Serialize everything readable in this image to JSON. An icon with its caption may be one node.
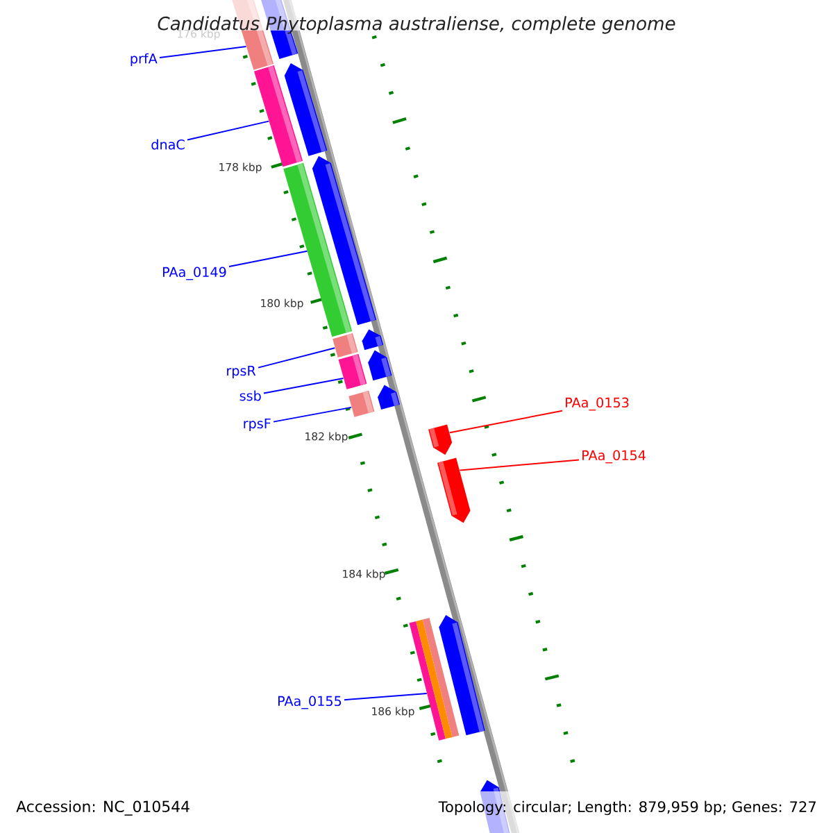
{
  "diagram": {
    "title": "Candidatus Phytoplasma australiense, complete genome",
    "nodes": [
      {
        "text": [
          "prfA"
        ]
      },
      {
        "text": [],
        "shape": "bar"
      },
      {
        "text": [
          "dnaC"
        ]
      },
      {
        "text": [],
        "shape": "bar"
      },
      {
        "text": [
          "PAa_0149"
        ]
      },
      {
        "text": [],
        "shape": "bar"
      },
      {
        "text": [
          "rpsR"
        ]
      },
      {
        "text": [],
        "shape": "bar"
      },
      {
        "text": [
          "ssb"
        ]
      },
      {
        "text": [],
        "shape": "bar"
      },
      {
        "text": [
          "rpsF"
        ]
      },
      {
        "text": [],
        "shape": "bar"
      },
      {
        "text": [
          "PAa_0153"
        ]
      },
      {
        "text": [],
        "shape": "bar"
      },
      {
        "text": [
          "PAa_0154"
        ]
      },
      {
        "text": [],
        "shape": "bar"
      },
      {
        "text": [
          "PAa_0155"
        ]
      },
      {
        "text": [],
        "shape": "bar"
      }
    ],
    "edges": [
      {
        "from": 0,
        "to": 1,
        "arrow": "none"
      },
      {
        "from": 2,
        "to": 3,
        "arrow": "none"
      },
      {
        "from": 4,
        "to": 5,
        "arrow": "none"
      },
      {
        "from": 6,
        "to": 7,
        "arrow": "none"
      },
      {
        "from": 8,
        "to": 9,
        "arrow": "none"
      },
      {
        "from": 10,
        "to": 11,
        "arrow": "none"
      },
      {
        "from": 12,
        "to": 13,
        "arrow": "none",
        "color": "#ff0000"
      },
      {
        "from": 14,
        "to": 15,
        "arrow": "none",
        "color": "#ff0000"
      },
      {
        "from": 16,
        "to": 17,
        "arrow": "none"
      }
    ],
    "labels": [
      "176 kbp",
      "178 kbp",
      "180 kbp",
      "182 kbp",
      "184 kbp",
      "186 kbp",
      "Accession: NC_010544",
      "Topology: circular; Length: 879,959 bp; Genes: 727"
    ]
  }
}
